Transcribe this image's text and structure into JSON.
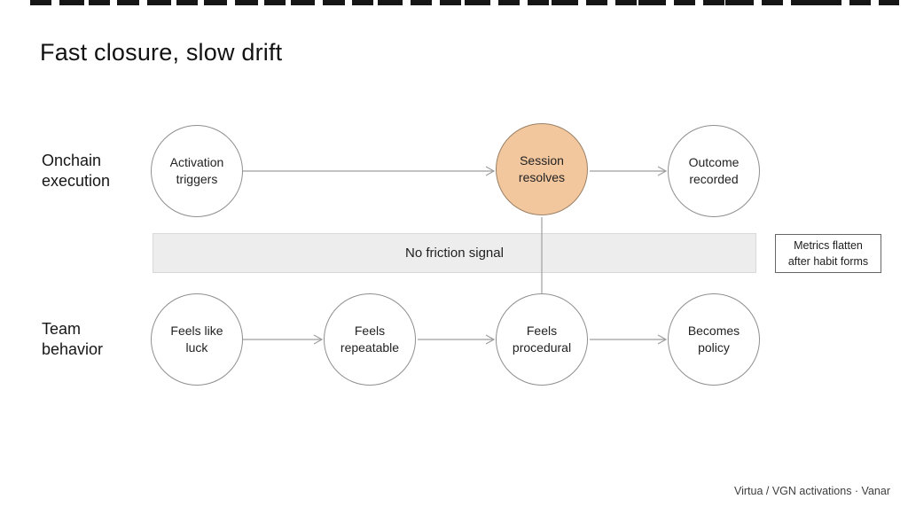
{
  "slide": {
    "title": "Fast closure, slow drift",
    "footer": "Virtua / VGN activations · Vanar"
  },
  "rows": {
    "onchain": {
      "label": "Onchain\nexecution",
      "nodes": [
        {
          "label": "Activation\ntriggers"
        },
        {
          "label": "Session\nresolves",
          "highlighted": true
        },
        {
          "label": "Outcome\nrecorded"
        }
      ]
    },
    "team": {
      "label": "Team\nbehavior",
      "nodes": [
        {
          "label": "Feels like\nluck"
        },
        {
          "label": "Feels\nrepeatable"
        },
        {
          "label": "Feels\nprocedural"
        },
        {
          "label": "Becomes\npolicy"
        }
      ]
    }
  },
  "band": {
    "label": "No friction signal"
  },
  "callout": {
    "label": "Metrics flatten\nafter habit forms"
  },
  "colors": {
    "highlight_fill": "#f3c79e",
    "highlight_border": "#9a8066",
    "circle_border": "#8f8f8f",
    "line": "#9e9e9e",
    "band_fill": "#ededed"
  }
}
